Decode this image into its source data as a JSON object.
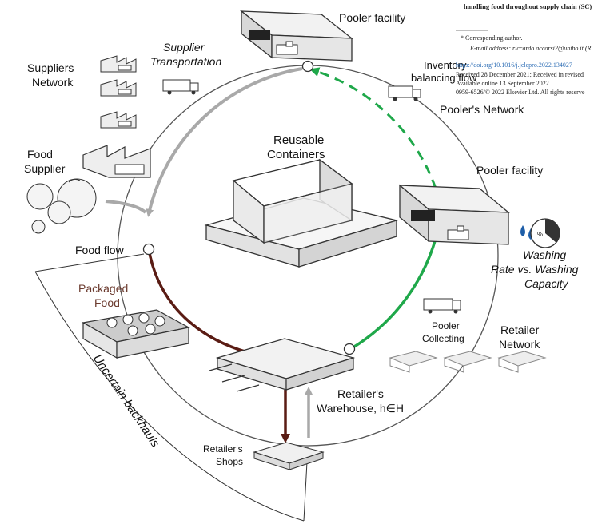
{
  "labels": {
    "pooler_facility_top": "Pooler facility",
    "supplier_transportation_1": "Supplier",
    "supplier_transportation_2": "Transportation",
    "suppliers_network_1": "Suppliers",
    "suppliers_network_2": "Network",
    "inventory_balancing_1": "Inventory",
    "inventory_balancing_2": "balancing flow",
    "poolers_network": "Pooler's Network",
    "reusable_containers_1": "Reusable",
    "reusable_containers_2": "Containers",
    "food_supplier_1": "Food",
    "food_supplier_2": "Supplier",
    "pooler_facility_right": "Pooler facility",
    "food_flow": "Food flow",
    "packaged_food_1": "Packaged",
    "packaged_food_2": "Food",
    "washing_1": "Washing",
    "washing_2": "Rate vs. Washing",
    "washing_3": "Capacity",
    "pooler_collecting_1": "Pooler",
    "pooler_collecting_2": "Collecting",
    "retailer_network_1": "Retailer",
    "retailer_network_2": "Network",
    "retailers_warehouse_1": "Retailer's",
    "retailers_warehouse_2": "Warehouse, h∈H",
    "retailers_shops_1": "Retailer's",
    "retailers_shops_2": "Shops",
    "uncertain_backhauls": "Uncertain backhauls",
    "gauge_percent": "%"
  },
  "paper_snippet": {
    "line_top": "handling food throughout supply chain (SC)",
    "corresponding": "* Corresponding author.",
    "email": "E-mail address: riccardo.accorsi2@unibo.it (R.",
    "doi": "https://doi.org/10.1016/j.jclepro.2022.134027",
    "received": "Received 28 December 2021; Received in revised",
    "available": "Available online 13 September 2022",
    "copyright": "0959-6526/© 2022 Elsevier Ltd. All rights reserve"
  },
  "colors": {
    "grey_flow": "#a9a9a9",
    "green_flow": "#1fa84a",
    "food_flow": "#5a1c14",
    "packaged_food": "#6b3a2e",
    "doi_link": "#2f6fb6"
  }
}
